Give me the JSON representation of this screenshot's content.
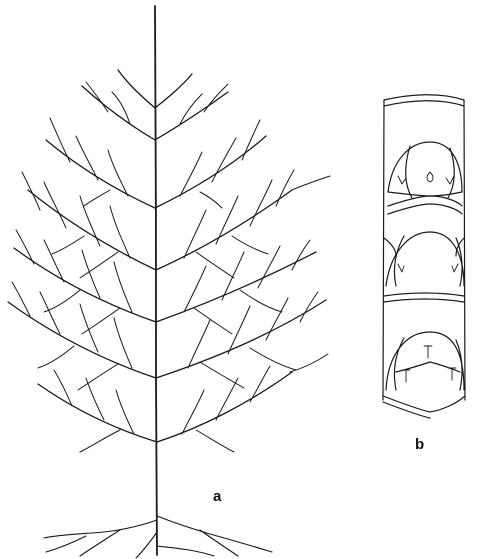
{
  "figure": {
    "panels": [
      {
        "id": "a",
        "label": "a",
        "subject": "branching-axis"
      },
      {
        "id": "b",
        "label": "b",
        "subject": "segmented-column"
      }
    ]
  },
  "colors": {
    "ink": "#1a1a1a",
    "background": "#ffffff"
  }
}
